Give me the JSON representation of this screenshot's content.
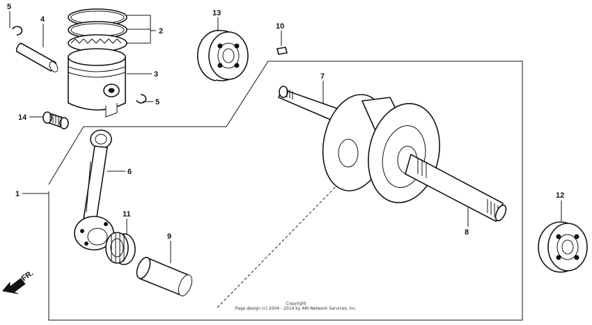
{
  "callouts": {
    "c1": "1",
    "c2": "2",
    "c3": "3",
    "c4": "4",
    "c5a": "5",
    "c5b": "5",
    "c6": "6",
    "c7": "7",
    "c8": "8",
    "c9": "9",
    "c10": "10",
    "c11": "11",
    "c12": "12",
    "c13": "13",
    "c14": "14"
  },
  "front_arrow": {
    "label": "FR."
  },
  "copyright": {
    "line1": "Copyright",
    "line2": "Page design (c) 2004 - 2014 by ARI Network Services, Inc."
  }
}
